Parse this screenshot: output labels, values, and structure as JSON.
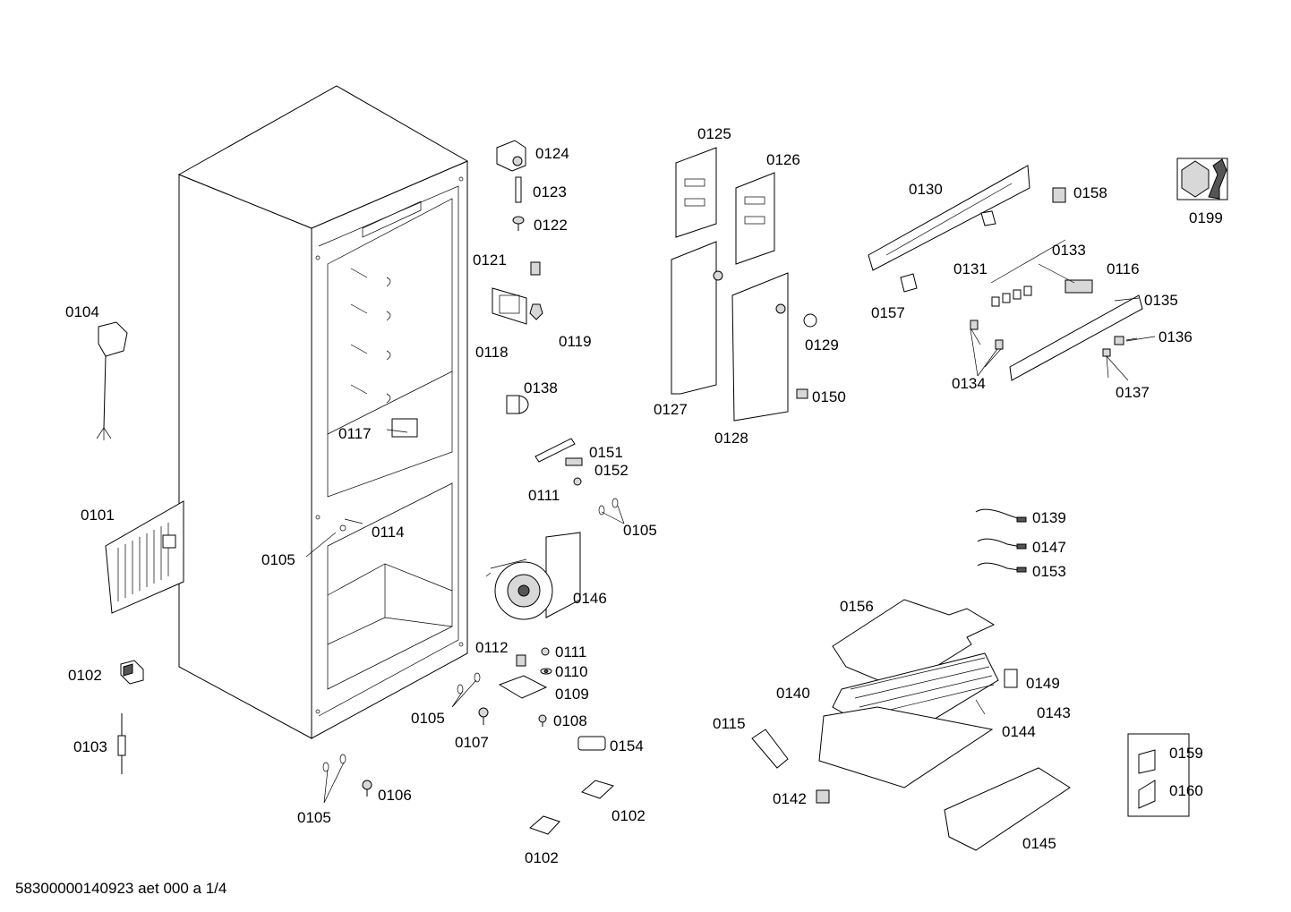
{
  "document_code": "58300000140923 aet 000 a 1/4",
  "service_icon": "wrench-nut-icon",
  "labels": [
    "0101",
    "0102",
    "0102",
    "0102",
    "0103",
    "0104",
    "0105",
    "0105",
    "0105",
    "0105",
    "0105",
    "0106",
    "0107",
    "0108",
    "0109",
    "0110",
    "0111",
    "0111",
    "0112",
    "0114",
    "0115",
    "0116",
    "0117",
    "0118",
    "0119",
    "0121",
    "0122",
    "0123",
    "0124",
    "0125",
    "0126",
    "0127",
    "0128",
    "0129",
    "0130",
    "0131",
    "0133",
    "0134",
    "0135",
    "0136",
    "0137",
    "0138",
    "0139",
    "0140",
    "0142",
    "0143",
    "0144",
    "0145",
    "0146",
    "0147",
    "0149",
    "0150",
    "0151",
    "0152",
    "0153",
    "0154",
    "0156",
    "0157",
    "0158",
    "0159",
    "0160",
    "0199"
  ]
}
